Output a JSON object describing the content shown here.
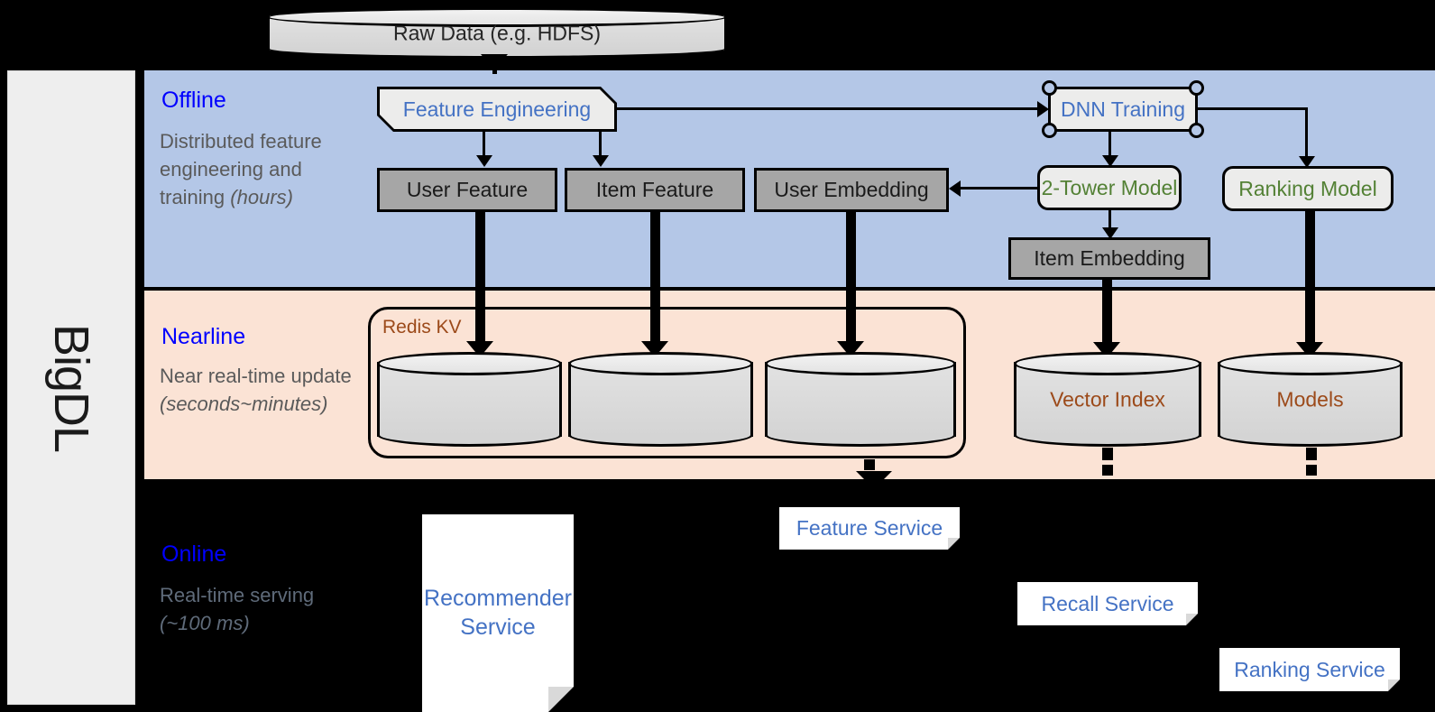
{
  "framework": {
    "name": "BigDL"
  },
  "source": {
    "label": "Raw Data (e.g. HDFS)"
  },
  "bands": {
    "offline": {
      "title": "Offline",
      "description_plain": "Distributed feature engineering and training (hours)",
      "description_lead": "Distributed feature engineering and training ",
      "description_em": "(hours)"
    },
    "nearline": {
      "title": "Nearline",
      "description_plain": "Near real-time update (seconds~minutes)",
      "description_lead": "Near real-time update ",
      "description_em": "(seconds~minutes)"
    },
    "online": {
      "title": "Online",
      "description_plain": "Real-time serving (~100 ms)",
      "description_lead": "Real-time serving ",
      "description_em": "(~100 ms)"
    }
  },
  "offline_nodes": {
    "feature_engineering": "Feature Engineering",
    "dnn_training": "DNN Training",
    "user_feature": "User Feature",
    "item_feature": "Item Feature",
    "user_embedding": "User Embedding",
    "two_tower_model": "2-Tower Model",
    "ranking_model": "Ranking Model",
    "item_embedding": "Item Embedding"
  },
  "nearline_nodes": {
    "redis_kv": "Redis KV",
    "vector_index": "Vector Index",
    "models": "Models"
  },
  "online_nodes": {
    "recommender_service": "Recommender Service",
    "recommender_service_line1": "Recommender",
    "recommender_service_line2": "Service",
    "feature_service": "Feature Service",
    "recall_service": "Recall Service",
    "ranking_service": "Ranking Service"
  },
  "colors": {
    "offline_band": "#b4c7e7",
    "nearline_band": "#fbe3d5",
    "online_band": "#000000",
    "band_title": "#0000ff",
    "band_desc": "#5a5a5a",
    "process_blue_text": "#4472c4",
    "process_green_text": "#538135",
    "store_brown_text": "#9c4a1a",
    "gray_box_fill": "#a6a6a6",
    "light_box_fill": "#ececeb",
    "rail_fill": "#eeeeee"
  }
}
